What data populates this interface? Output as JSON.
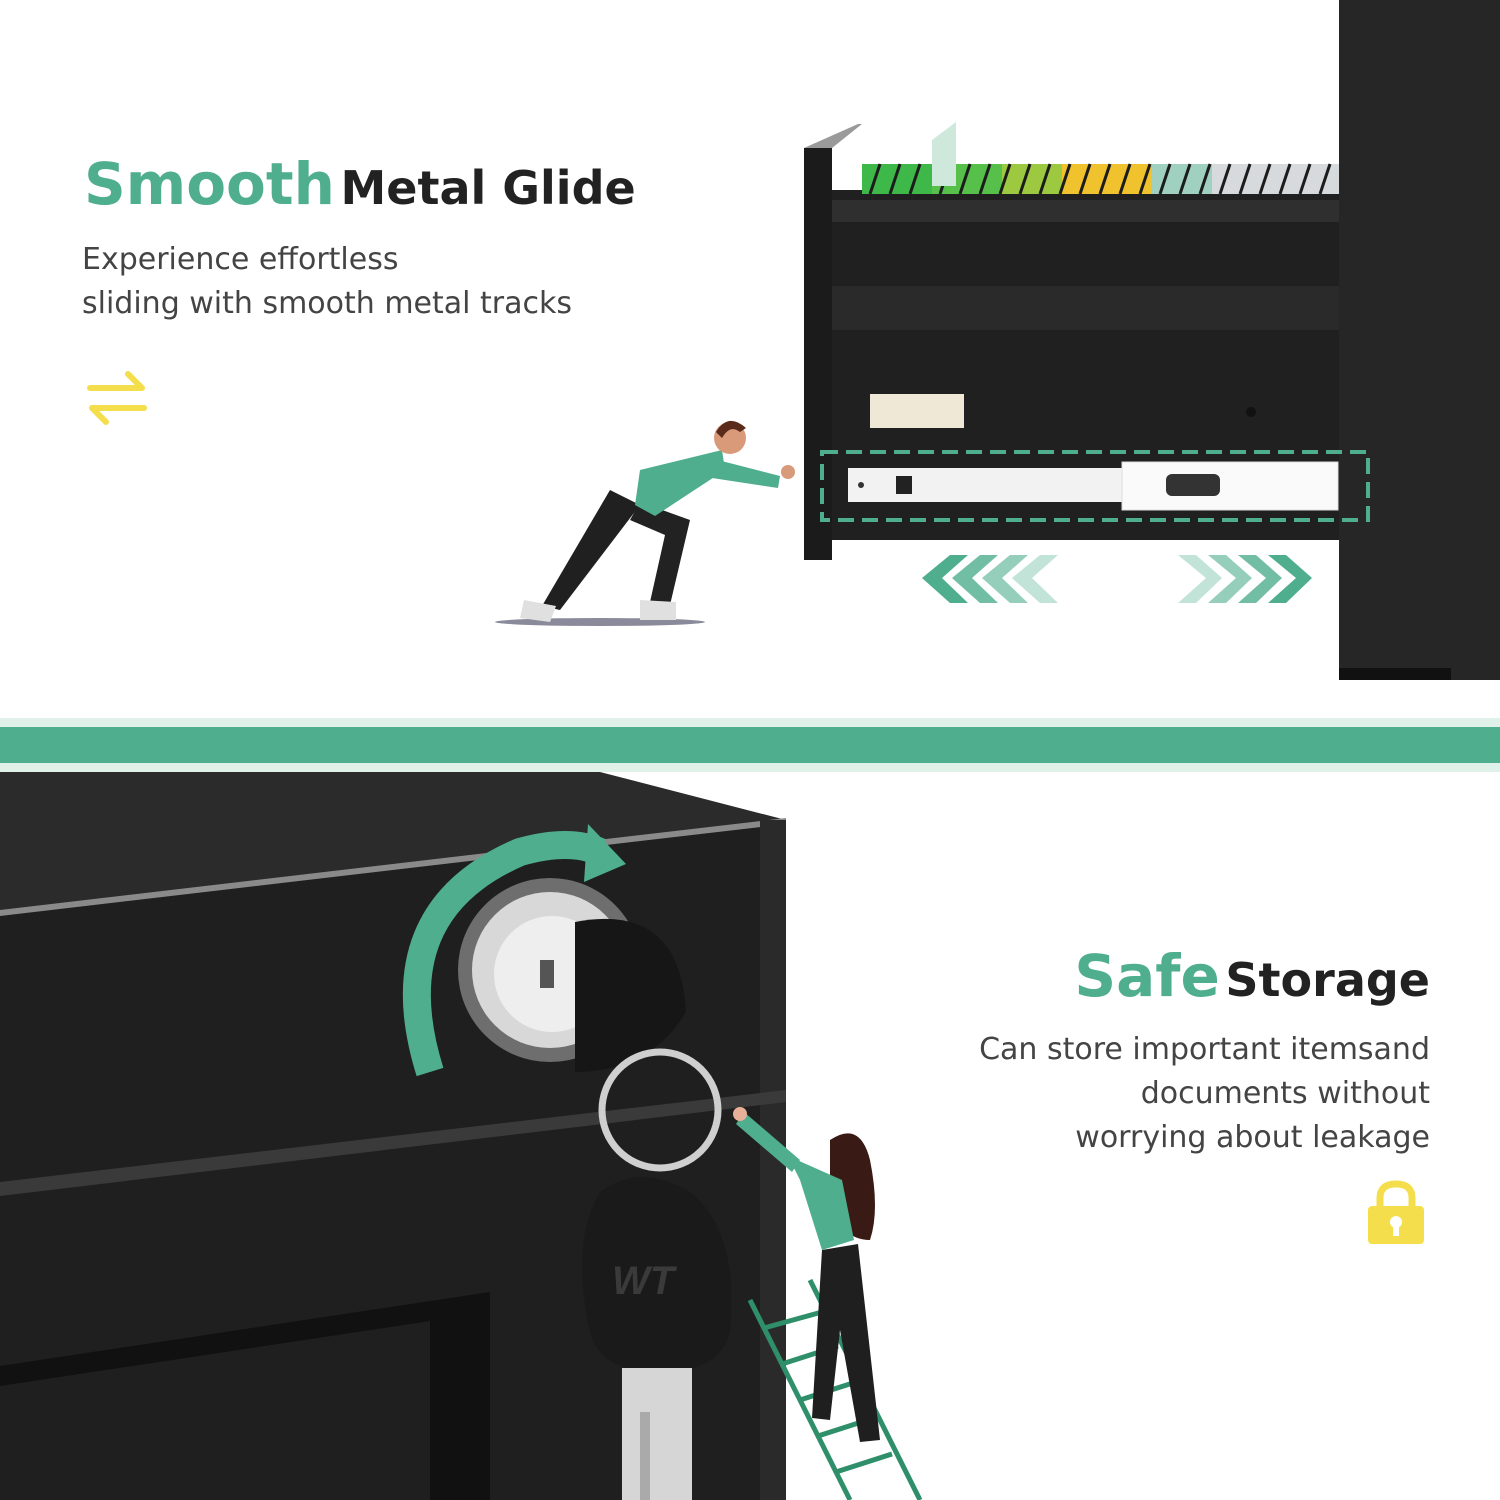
{
  "colors": {
    "accent": "#4fae8d",
    "heading": "#222222",
    "body": "#444444",
    "icon_yellow": "#f5de4b",
    "cabinet": "#1e1e1e"
  },
  "top_section": {
    "title_accent": "Smooth",
    "title_rest": "Metal Glide",
    "line1": "Experience effortless",
    "line2": "sliding with smooth metal tracks",
    "icon": "swap-arrows-icon"
  },
  "bottom_section": {
    "title_accent": "Safe",
    "title_rest": "Storage",
    "line1": "Can store important itemsand",
    "line2": "documents without",
    "line3": "worrying about leakage",
    "icon": "padlock-icon"
  },
  "key_brand": "WT"
}
